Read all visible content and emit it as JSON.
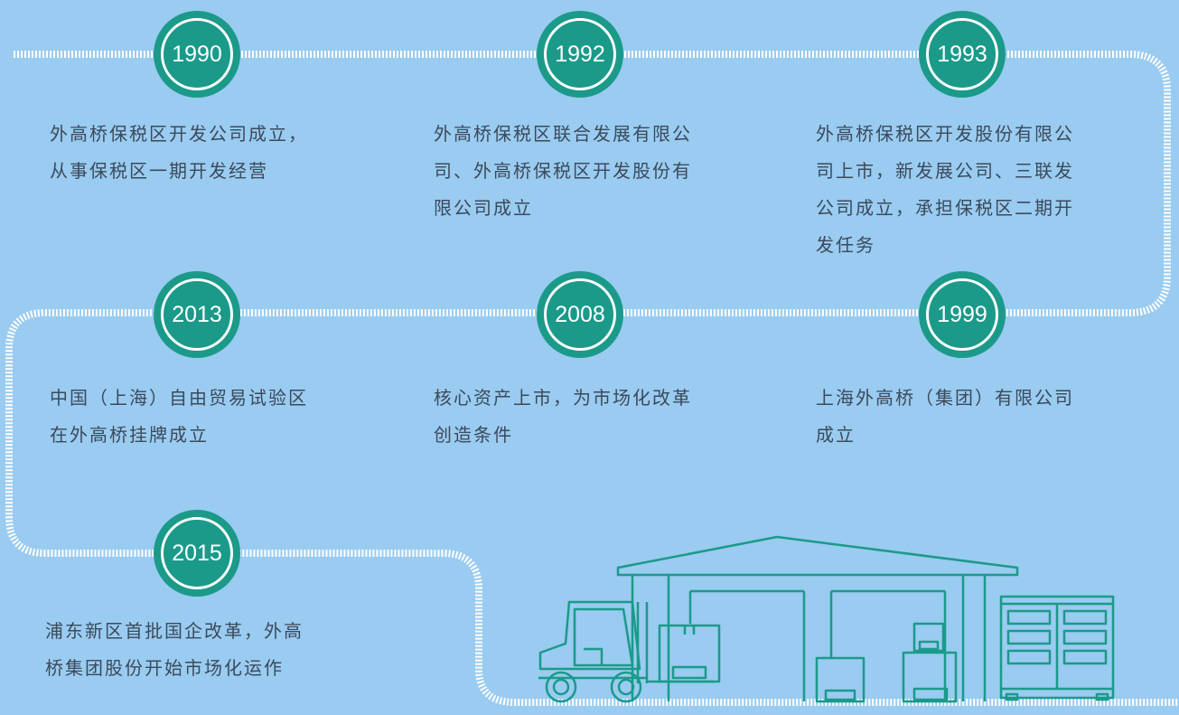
{
  "milestones": [
    {
      "year": "1990",
      "text": [
        "外高桥保税区开发公司成立，",
        "从事保税区一期开发经营"
      ]
    },
    {
      "year": "1992",
      "text": [
        "外高桥保税区联合发展有限公",
        "司、外高桥保税区开发股份有",
        "限公司成立"
      ]
    },
    {
      "year": "1993",
      "text": [
        "外高桥保税区开发股份有限公",
        "司上市，新发展公司、三联发",
        "公司成立，承担保税区二期开",
        "发任务"
      ]
    },
    {
      "year": "1999",
      "text": [
        "上海外高桥（集团）有限公司",
        "成立"
      ]
    },
    {
      "year": "2008",
      "text": [
        "核心资产上市，为市场化改革",
        "创造条件"
      ]
    },
    {
      "year": "2013",
      "text": [
        "中国（上海）自由贸易试验区",
        "在外高桥挂牌成立"
      ]
    },
    {
      "year": "2015",
      "text": [
        "浦东新区首批国企改革，外高",
        "桥集团股份开始市场化运作"
      ]
    }
  ],
  "colors": {
    "background": "#9acbf0",
    "accent": "#1b9a8a",
    "track": "#ffffff",
    "text": "#3b4a5c",
    "illustration": "#1b9a8a"
  }
}
